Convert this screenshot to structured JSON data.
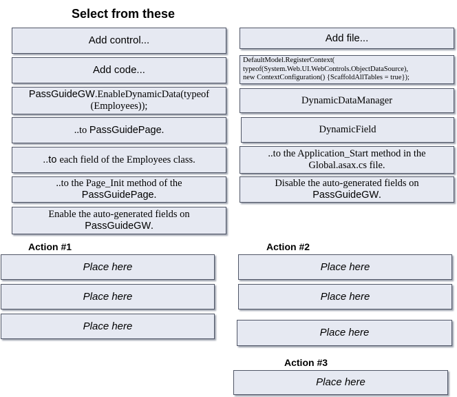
{
  "title": "Select from these",
  "options": {
    "add_control": "Add control...",
    "add_code": "Add code...",
    "enable_dynamic_data": {
      "part1": "PassGuideGW",
      "part2": ".EnableDynamicData(typeof",
      "part3": "(Employees));"
    },
    "to_page": {
      "prefix": "..to ",
      "page": "PassGuidePage",
      "suffix": "."
    },
    "to_each_field": {
      "prefix": "..to ",
      "text": "each field of the Employees class."
    },
    "to_page_init": {
      "line1": "..to the Page_Init method of the",
      "page": "PassGuidePage",
      "suffix": "."
    },
    "enable_auto": {
      "line1": "Enable the auto-generated fields on",
      "gw": "PassGuideGW",
      "suffix": "."
    },
    "add_file": "Add file...",
    "register_context": {
      "line1": "DefaultModel.RegisterContext(",
      "line2": "typeof(System.Web.UI.WebControls.ObjectDataSource),",
      "line3": "new ContextConfiguration() {ScaffoldAllTables = true});"
    },
    "dynamic_data_manager": "DynamicDataManager",
    "dynamic_field": "DynamicField",
    "to_app_start": {
      "line1": "..to the Application_Start method in the",
      "line2": "Global.asax.cs file."
    },
    "disable_auto": {
      "line1": "Disable the auto-generated fields on",
      "gw": "PassGuideGW",
      "suffix": "."
    }
  },
  "actions": {
    "action1": {
      "label": "Action #1",
      "slots": [
        "Place here",
        "Place here",
        "Place here"
      ]
    },
    "action2": {
      "label": "Action #2",
      "slots": [
        "Place here",
        "Place here",
        "Place here"
      ]
    },
    "action3": {
      "label": "Action #3",
      "slots": [
        "Place here"
      ]
    }
  }
}
